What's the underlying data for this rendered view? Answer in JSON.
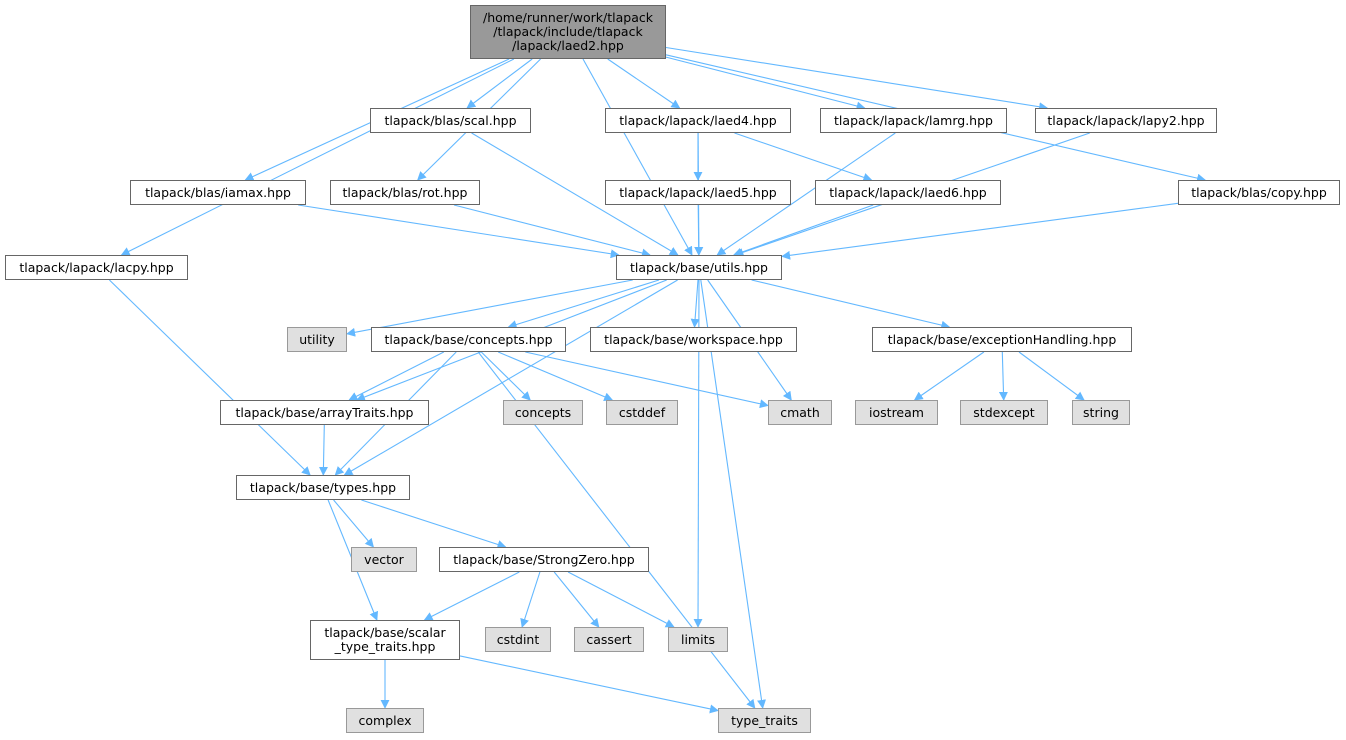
{
  "nodes": [
    {
      "id": "root",
      "label": "/home/runner/work/tlapack\n/tlapack/include/tlapack\n/lapack/laed2.hpp",
      "kind": "root"
    },
    {
      "id": "scal",
      "label": "tlapack/blas/scal.hpp",
      "kind": "file"
    },
    {
      "id": "laed4",
      "label": "tlapack/lapack/laed4.hpp",
      "kind": "file"
    },
    {
      "id": "lamrg",
      "label": "tlapack/lapack/lamrg.hpp",
      "kind": "file"
    },
    {
      "id": "lapy2",
      "label": "tlapack/lapack/lapy2.hpp",
      "kind": "file"
    },
    {
      "id": "iamax",
      "label": "tlapack/blas/iamax.hpp",
      "kind": "file"
    },
    {
      "id": "rot",
      "label": "tlapack/blas/rot.hpp",
      "kind": "file"
    },
    {
      "id": "laed5",
      "label": "tlapack/lapack/laed5.hpp",
      "kind": "file"
    },
    {
      "id": "laed6",
      "label": "tlapack/lapack/laed6.hpp",
      "kind": "file"
    },
    {
      "id": "copy",
      "label": "tlapack/blas/copy.hpp",
      "kind": "file"
    },
    {
      "id": "lacpy",
      "label": "tlapack/lapack/lacpy.hpp",
      "kind": "file"
    },
    {
      "id": "utils",
      "label": "tlapack/base/utils.hpp",
      "kind": "file"
    },
    {
      "id": "utility",
      "label": "utility",
      "kind": "sys"
    },
    {
      "id": "concepts_hpp",
      "label": "tlapack/base/concepts.hpp",
      "kind": "file"
    },
    {
      "id": "workspace",
      "label": "tlapack/base/workspace.hpp",
      "kind": "file"
    },
    {
      "id": "exception",
      "label": "tlapack/base/exceptionHandling.hpp",
      "kind": "file"
    },
    {
      "id": "arraytraits",
      "label": "tlapack/base/arrayTraits.hpp",
      "kind": "file"
    },
    {
      "id": "concepts",
      "label": "concepts",
      "kind": "sys"
    },
    {
      "id": "cstddef",
      "label": "cstddef",
      "kind": "sys"
    },
    {
      "id": "cmath",
      "label": "cmath",
      "kind": "sys"
    },
    {
      "id": "iostream",
      "label": "iostream",
      "kind": "sys"
    },
    {
      "id": "stdexcept",
      "label": "stdexcept",
      "kind": "sys"
    },
    {
      "id": "string",
      "label": "string",
      "kind": "sys"
    },
    {
      "id": "types",
      "label": "tlapack/base/types.hpp",
      "kind": "file"
    },
    {
      "id": "vector",
      "label": "vector",
      "kind": "sys"
    },
    {
      "id": "strongzero",
      "label": "tlapack/base/StrongZero.hpp",
      "kind": "file"
    },
    {
      "id": "scalartraits",
      "label": "tlapack/base/scalar\n_type_traits.hpp",
      "kind": "file"
    },
    {
      "id": "cstdint",
      "label": "cstdint",
      "kind": "sys"
    },
    {
      "id": "cassert",
      "label": "cassert",
      "kind": "sys"
    },
    {
      "id": "limits",
      "label": "limits",
      "kind": "sys"
    },
    {
      "id": "complex",
      "label": "complex",
      "kind": "sys"
    },
    {
      "id": "type_traits",
      "label": "type_traits",
      "kind": "sys"
    }
  ],
  "edges": [
    [
      "root",
      "scal"
    ],
    [
      "root",
      "laed4"
    ],
    [
      "root",
      "lamrg"
    ],
    [
      "root",
      "lapy2"
    ],
    [
      "root",
      "iamax"
    ],
    [
      "root",
      "rot"
    ],
    [
      "root",
      "copy"
    ],
    [
      "root",
      "lacpy"
    ],
    [
      "root",
      "utils"
    ],
    [
      "scal",
      "utils"
    ],
    [
      "laed4",
      "laed5"
    ],
    [
      "laed4",
      "laed6"
    ],
    [
      "laed4",
      "utils"
    ],
    [
      "lamrg",
      "utils"
    ],
    [
      "lapy2",
      "utils"
    ],
    [
      "iamax",
      "utils"
    ],
    [
      "rot",
      "utils"
    ],
    [
      "laed5",
      "utils"
    ],
    [
      "laed6",
      "utils"
    ],
    [
      "copy",
      "utils"
    ],
    [
      "lacpy",
      "types"
    ],
    [
      "utils",
      "utility"
    ],
    [
      "utils",
      "concepts_hpp"
    ],
    [
      "utils",
      "workspace"
    ],
    [
      "utils",
      "exception"
    ],
    [
      "utils",
      "cmath"
    ],
    [
      "utils",
      "arraytraits"
    ],
    [
      "utils",
      "types"
    ],
    [
      "utils",
      "limits"
    ],
    [
      "utils",
      "type_traits"
    ],
    [
      "concepts_hpp",
      "arraytraits"
    ],
    [
      "concepts_hpp",
      "types"
    ],
    [
      "concepts_hpp",
      "concepts"
    ],
    [
      "concepts_hpp",
      "cstddef"
    ],
    [
      "concepts_hpp",
      "cmath"
    ],
    [
      "concepts_hpp",
      "type_traits"
    ],
    [
      "exception",
      "iostream"
    ],
    [
      "exception",
      "stdexcept"
    ],
    [
      "exception",
      "string"
    ],
    [
      "arraytraits",
      "types"
    ],
    [
      "types",
      "vector"
    ],
    [
      "types",
      "strongzero"
    ],
    [
      "types",
      "scalartraits"
    ],
    [
      "strongzero",
      "scalartraits"
    ],
    [
      "strongzero",
      "cstdint"
    ],
    [
      "strongzero",
      "cassert"
    ],
    [
      "strongzero",
      "limits"
    ],
    [
      "scalartraits",
      "complex"
    ],
    [
      "scalartraits",
      "type_traits"
    ]
  ],
  "colors": {
    "edge": "#63b8ff",
    "node_border": "#666666",
    "sys_fill": "#e0e0e0",
    "sys_border": "#999999",
    "root_fill": "#999999"
  }
}
